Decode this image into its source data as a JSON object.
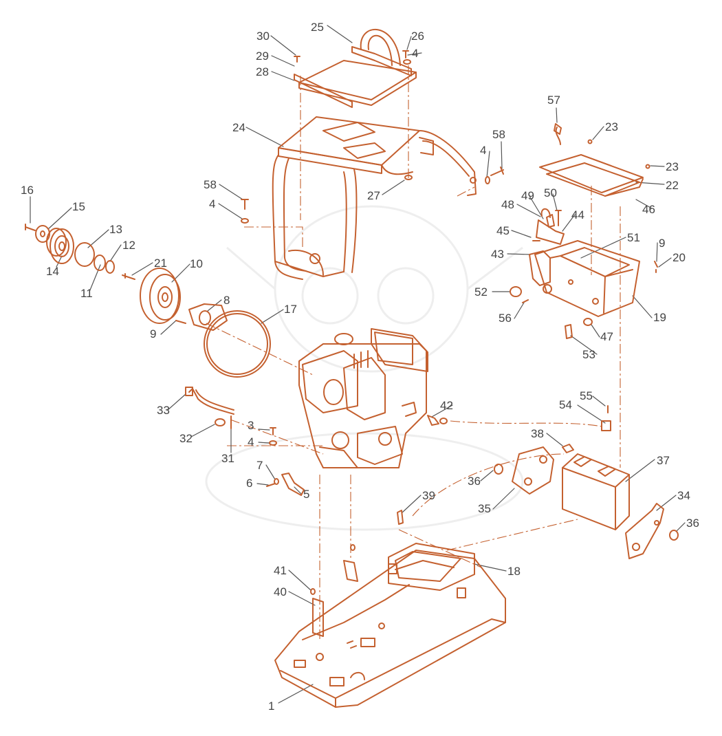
{
  "colors": {
    "line": "#c4602f",
    "text": "#444444",
    "leader": "#555555",
    "watermark": "#eeeeee"
  },
  "callouts": [
    {
      "id": "1",
      "num": "1"
    },
    {
      "id": "3",
      "num": "3"
    },
    {
      "id": "4a",
      "num": "4"
    },
    {
      "id": "4b",
      "num": "4"
    },
    {
      "id": "4c",
      "num": "4"
    },
    {
      "id": "4d",
      "num": "4"
    },
    {
      "id": "5",
      "num": "5"
    },
    {
      "id": "6",
      "num": "6"
    },
    {
      "id": "7",
      "num": "7"
    },
    {
      "id": "8",
      "num": "8"
    },
    {
      "id": "9a",
      "num": "9"
    },
    {
      "id": "9b",
      "num": "9"
    },
    {
      "id": "10",
      "num": "10"
    },
    {
      "id": "11",
      "num": "11"
    },
    {
      "id": "12",
      "num": "12"
    },
    {
      "id": "13",
      "num": "13"
    },
    {
      "id": "14",
      "num": "14"
    },
    {
      "id": "15",
      "num": "15"
    },
    {
      "id": "16",
      "num": "16"
    },
    {
      "id": "17",
      "num": "17"
    },
    {
      "id": "18",
      "num": "18"
    },
    {
      "id": "19",
      "num": "19"
    },
    {
      "id": "20",
      "num": "20"
    },
    {
      "id": "21",
      "num": "21"
    },
    {
      "id": "22",
      "num": "22"
    },
    {
      "id": "23a",
      "num": "23"
    },
    {
      "id": "23b",
      "num": "23"
    },
    {
      "id": "24",
      "num": "24"
    },
    {
      "id": "25",
      "num": "25"
    },
    {
      "id": "26",
      "num": "26"
    },
    {
      "id": "27",
      "num": "27"
    },
    {
      "id": "28",
      "num": "28"
    },
    {
      "id": "29",
      "num": "29"
    },
    {
      "id": "30",
      "num": "30"
    },
    {
      "id": "31",
      "num": "31"
    },
    {
      "id": "32",
      "num": "32"
    },
    {
      "id": "33",
      "num": "33"
    },
    {
      "id": "34",
      "num": "34"
    },
    {
      "id": "35",
      "num": "35"
    },
    {
      "id": "36a",
      "num": "36"
    },
    {
      "id": "36b",
      "num": "36"
    },
    {
      "id": "37",
      "num": "37"
    },
    {
      "id": "38",
      "num": "38"
    },
    {
      "id": "39",
      "num": "39"
    },
    {
      "id": "40",
      "num": "40"
    },
    {
      "id": "41",
      "num": "41"
    },
    {
      "id": "42",
      "num": "42"
    },
    {
      "id": "43",
      "num": "43"
    },
    {
      "id": "44",
      "num": "44"
    },
    {
      "id": "45",
      "num": "45"
    },
    {
      "id": "46",
      "num": "46"
    },
    {
      "id": "47",
      "num": "47"
    },
    {
      "id": "48",
      "num": "48"
    },
    {
      "id": "49",
      "num": "49"
    },
    {
      "id": "50",
      "num": "50"
    },
    {
      "id": "51",
      "num": "51"
    },
    {
      "id": "52",
      "num": "52"
    },
    {
      "id": "53",
      "num": "53"
    },
    {
      "id": "54",
      "num": "54"
    },
    {
      "id": "55",
      "num": "55"
    },
    {
      "id": "56",
      "num": "56"
    },
    {
      "id": "57",
      "num": "57"
    },
    {
      "id": "58a",
      "num": "58"
    },
    {
      "id": "58b",
      "num": "58"
    }
  ]
}
